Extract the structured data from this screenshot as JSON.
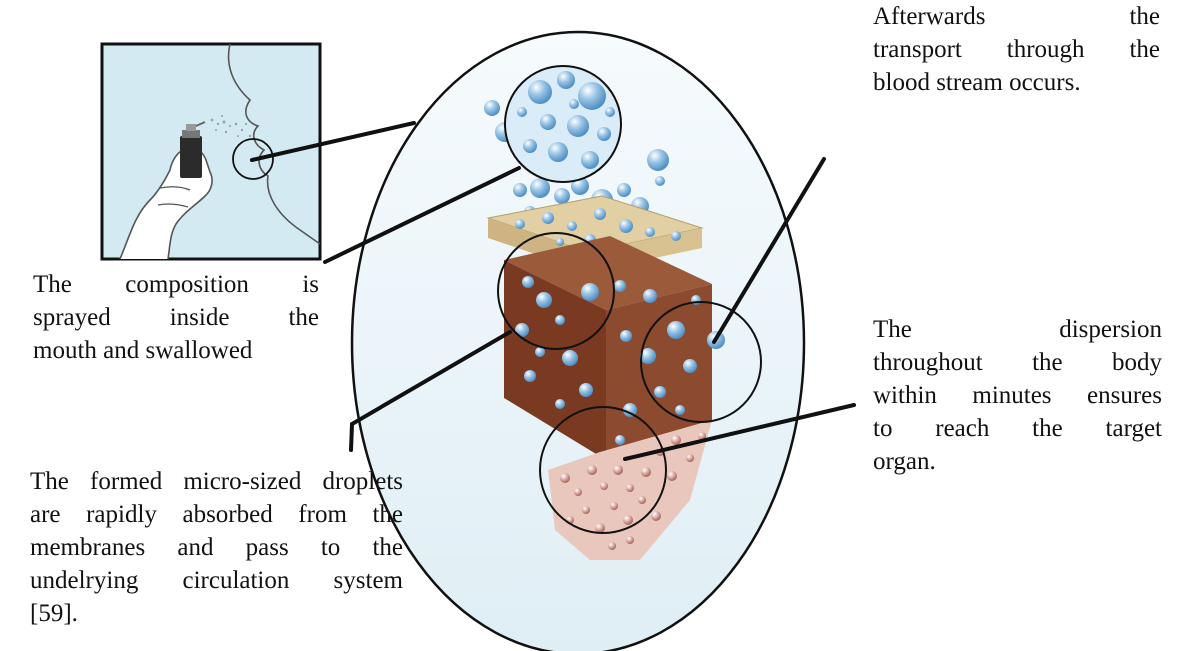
{
  "captions": {
    "sprayed": {
      "lines": [
        "The composition is",
        "sprayed inside the",
        "mouth and swallowed"
      ]
    },
    "absorbed": {
      "lines": [
        "The formed micro-sized droplets",
        "are rapidly absorbed from the",
        "membranes and pass to the",
        "undelrying circulation system",
        "[59]."
      ]
    },
    "transport": {
      "lines": [
        "Afterwards the",
        "transport through the",
        "blood stream occurs."
      ]
    },
    "dispersion": {
      "lines": [
        "The dispersion",
        "throughout the body",
        "within minutes ensures",
        "to reach the target",
        "organ."
      ]
    }
  },
  "colors": {
    "outline": "#111111",
    "circle_fill": "#e9f3f7",
    "inset_fill": "#d8ecf4",
    "droplet": "#6fa8d6",
    "droplet_light": "#cfe6f5",
    "membrane_top": "#dcc79a",
    "membrane_mid": "#8a4a2c",
    "tissue": "#c98f82"
  },
  "icons": [
    "spray-bottle-icon",
    "hand-icon",
    "face-profile-icon"
  ]
}
